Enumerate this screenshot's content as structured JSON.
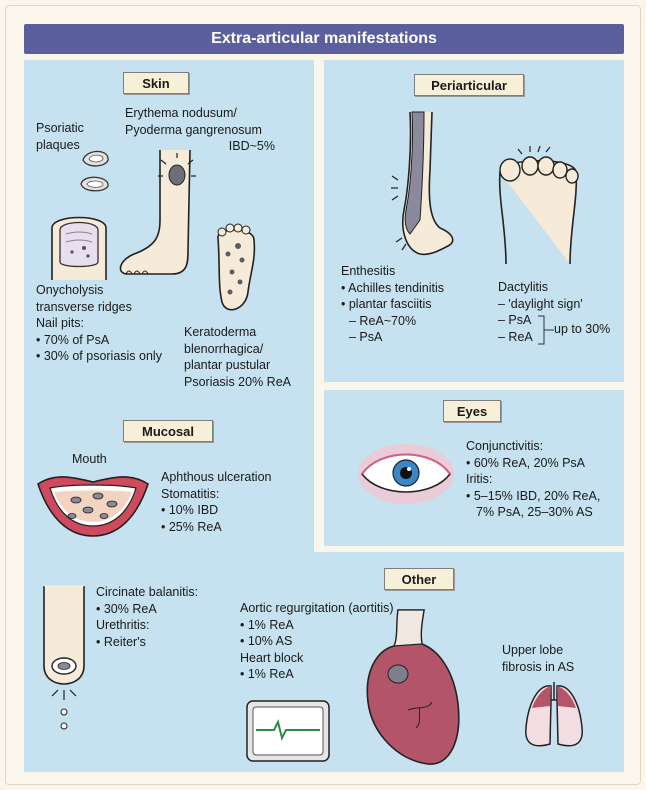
{
  "title": "Extra-articular manifestations",
  "skin": {
    "header": "Skin",
    "psoriatic": [
      "Psoriatic",
      "plaques"
    ],
    "erythema": [
      "Erythema nodusum/",
      "Pyoderma gangrenosum",
      "IBD~5%"
    ],
    "onycholysis": [
      "Onycholysis",
      "transverse ridges",
      "Nail pits:",
      "• 70% of PsA",
      "• 30% of psoriasis only"
    ],
    "keratoderma": [
      "Keratoderma",
      "blenorrhagica/",
      "plantar pustular",
      "Psoriasis 20% ReA"
    ]
  },
  "periarticular": {
    "header": "Periarticular",
    "enthesitis": [
      "Enthesitis",
      "• Achilles tendinitis",
      "• plantar fasciitis",
      "– ReA~70%",
      "– PsA"
    ],
    "dactylitis": [
      "Dactylitis",
      "– 'daylight sign'",
      "– PsA",
      "– ReA"
    ],
    "up_to": "up to 30%"
  },
  "mucosal": {
    "header": "Mucosal",
    "mouth": "Mouth",
    "aphthous": [
      "Aphthous ulceration",
      "Stomatitis:",
      "• 10% IBD",
      "• 25% ReA"
    ],
    "balanitis": [
      "Circinate balanitis:",
      "• 30% ReA",
      "Urethritis:",
      "• Reiter's"
    ]
  },
  "eyes": {
    "header": "Eyes",
    "lines": [
      "Conjunctivitis:",
      "• 60% ReA, 20% PsA",
      "Iritis:",
      "• 5–15% IBD, 20% ReA,",
      "7% PsA, 25–30% AS"
    ]
  },
  "other": {
    "header": "Other",
    "aortic": [
      "Aortic regurgitation (aortitis)",
      "• 1% ReA",
      "• 10% AS",
      "Heart block",
      "• 1% ReA"
    ],
    "fibrosis": [
      "Upper lobe",
      "fibrosis in AS"
    ]
  },
  "colors": {
    "banner": "#5c5f9e",
    "panel": "#c6e1ef",
    "header_fill": "#f8efd8",
    "background": "#fbf6ec"
  }
}
